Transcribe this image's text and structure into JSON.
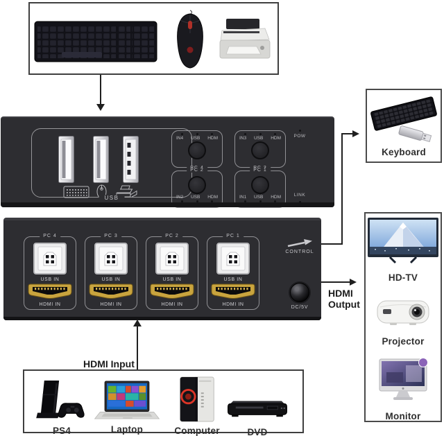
{
  "peripherals_box": {
    "icons": [
      "keyboard",
      "mouse",
      "printer"
    ]
  },
  "top_device": {
    "usb_panel": {
      "label": "USB",
      "icons": [
        "keyboard-icon",
        "mouse-icon",
        "printer-icon"
      ]
    },
    "quadrants": [
      {
        "pc": "PC 4",
        "leds": [
          "IN4",
          "USB",
          "HDM"
        ]
      },
      {
        "pc": "PC 3",
        "leds": [
          "IN3",
          "USB",
          "HDM"
        ]
      },
      {
        "pc": "PC 2",
        "leds": [
          "IN2",
          "USB",
          "HDM"
        ]
      },
      {
        "pc": "PC 1",
        "leds": [
          "IN1",
          "USB",
          "HDM"
        ]
      }
    ],
    "pow_label": "POW",
    "link_label": "LINK"
  },
  "bottom_device": {
    "sections": [
      {
        "pc": "PC 4",
        "usb_label": "USB IN",
        "hdmi_label": "HDMI IN"
      },
      {
        "pc": "PC 3",
        "usb_label": "USB IN",
        "hdmi_label": "HDMI IN"
      },
      {
        "pc": "PC 2",
        "usb_label": "USB IN",
        "hdmi_label": "HDMI IN"
      },
      {
        "pc": "PC 1",
        "usb_label": "USB IN",
        "hdmi_label": "HDMI IN"
      }
    ],
    "control_label": "CONTROL",
    "power_label": "DC/5V"
  },
  "keyboard_box": {
    "label": "Keyboard",
    "icons": [
      "keyboard",
      "usb-flash-drive"
    ]
  },
  "output_box": {
    "items": [
      {
        "label": "HD-TV"
      },
      {
        "label": "Projector"
      },
      {
        "label": "Monitor"
      }
    ]
  },
  "annotations": {
    "hdmi_output_line1": "HDMI",
    "hdmi_output_line2": "Output",
    "hdmi_input": "HDMI Input"
  },
  "input_box": {
    "items": [
      {
        "label": "PS4"
      },
      {
        "label": "Laptop"
      },
      {
        "label": "Computer"
      },
      {
        "label": "DVD"
      }
    ]
  },
  "colors": {
    "device_body": "#2d2d31",
    "panel_outline": "#97979a",
    "panel_text": "#c2c2c6",
    "hdmi_gold": "#c9a43e",
    "arrow": "#1f1f1f",
    "box_border": "#3f3f3f",
    "label_text": "#2f2f2f",
    "red_accent": "#dd3527",
    "purple_accent": "#8b63b8"
  }
}
